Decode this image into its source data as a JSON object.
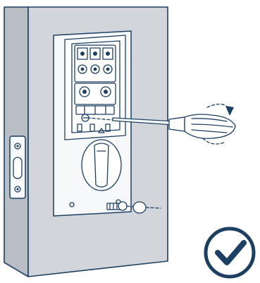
{
  "figure": {
    "kind": "installation-step-illustration",
    "description_icons": [
      "door-panel",
      "deadbolt-interior-assembly",
      "screwdriver",
      "rotation-arrow",
      "screw-and-cap",
      "checkmark-icon"
    ]
  },
  "palette": {
    "line": "#1c3f64",
    "door_face": "#d2d6da",
    "door_edge": "#b9bec4",
    "plate": "#f7f8f9",
    "check": "#1c3f64"
  }
}
